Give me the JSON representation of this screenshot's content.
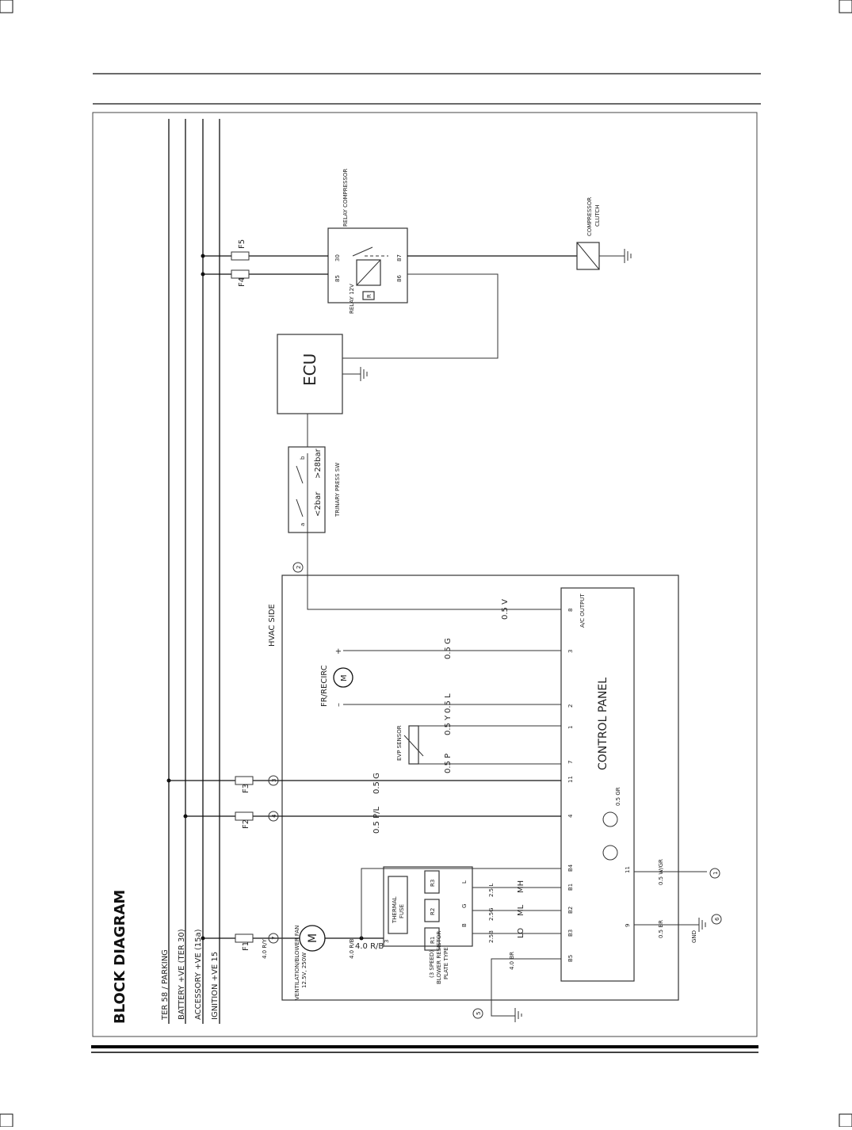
{
  "title": "BLOCK DIAGRAM",
  "supply_lines": [
    "TER 58 / PARKING",
    "BATTERY +VE (TER 30)",
    "ACCESSORY +VE (15a)",
    "IGNITION +VE 15"
  ],
  "fuses": {
    "f1": "F1",
    "f2": "F2",
    "f3": "F3",
    "f4": "F4",
    "f5": "F5"
  },
  "connectors": {
    "c1": "1",
    "c2": "2",
    "c3": "3",
    "c4": "4",
    "c5": "5",
    "c6": "6",
    "c7": "7"
  },
  "hvac_side": "HVAC SIDE",
  "control_panel": {
    "title": "CONTROL PANEL",
    "output_label": "A/C OUTPUT",
    "pins": {
      "p8": "8",
      "p3": "3",
      "p2": "2",
      "p1": "1",
      "p7": "7",
      "p11a": "11",
      "p4": "4",
      "b4": "B4",
      "b1": "B1",
      "b2": "B2",
      "b3": "B3",
      "b5": "B5",
      "p9": "9",
      "p11b": "11"
    }
  },
  "wires": {
    "w8": "0.5 V",
    "w3": "0.5 G",
    "w2": "0.5 L",
    "w1": "0.5 Y",
    "w7": "0.5 P",
    "w11": "0.5 G",
    "w4": "0.5 P/L",
    "wgr": "0.5 GR",
    "wwgr": "0.5 W/GR",
    "w9": "0.5 BR",
    "wb5": "4.0 BR",
    "wrb": "4.0 R/B",
    "wrb2": "4.0 R/B",
    "wry": "4.0 R/Y",
    "w25l": "2.5 L",
    "w25g": "2.5G",
    "w25b": "2.5B"
  },
  "speed_labels": {
    "mh": "MH",
    "ml": "ML",
    "lo": "LO"
  },
  "components": {
    "ecu": "ECU",
    "relay_name": "RELAY 12V",
    "relay_comp": "RELAY COMPRESSOR",
    "relay_pins": {
      "p30": "30",
      "p85": "85",
      "p87": "87",
      "p86": "86"
    },
    "relay_r": "R",
    "comp_clutch_1": "COMPRESSOR",
    "comp_clutch_2": "CLUTCH",
    "trinary": "TRINARY PRESS SW",
    "trinary_a": "a",
    "trinary_b": "b",
    "trinary_lo": "<2bar",
    "trinary_hi": ">28bar",
    "fr_recirc": "FR/RECIRC",
    "motor_m": "M",
    "plus": "+",
    "minus": "–",
    "evp_sensor": "EVP SENSOR",
    "fan_1": "12.5V, 250W",
    "fan_2": "VENTILATION/BLOWER FAN",
    "fan_m": "M",
    "res_1": "PLATE TYPE",
    "res_2": "BLOWER RESISTOR",
    "res_3": "(3 SPEED)",
    "thermal_1": "THERMAL",
    "thermal_2": "FUSE",
    "r1": "R1",
    "r2": "R2",
    "r3": "R3",
    "res_pin3": "3",
    "res_l": "L",
    "res_g": "G",
    "res_b": "B",
    "gnd": "GND"
  }
}
